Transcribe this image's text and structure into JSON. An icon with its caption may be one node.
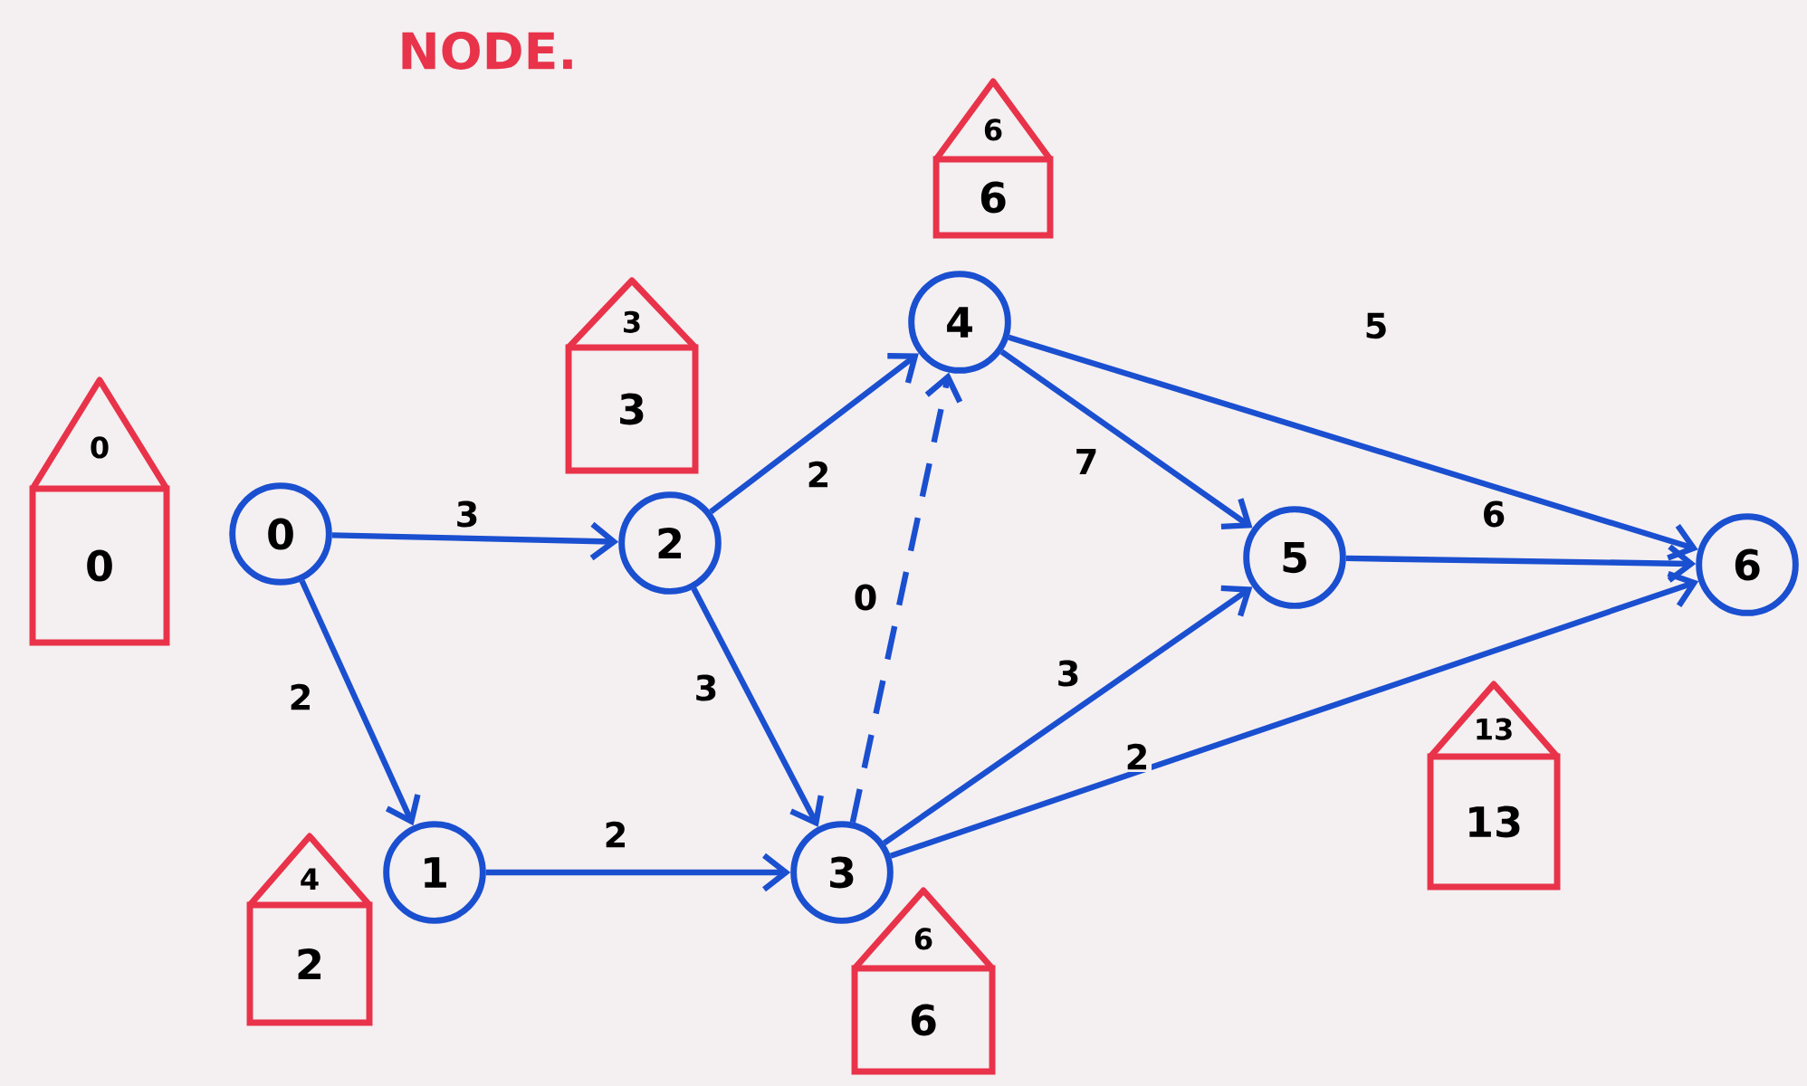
{
  "diagram": {
    "nodes": [
      {
        "text": [
          "0"
        ]
      },
      {
        "text": [
          "1"
        ]
      },
      {
        "text": [
          "2"
        ]
      },
      {
        "text": [
          "3"
        ]
      },
      {
        "text": [
          "4"
        ]
      },
      {
        "text": [
          "5"
        ]
      },
      {
        "text": [
          "6"
        ]
      },
      {
        "text": [
          "0",
          "0"
        ]
      },
      {
        "text": [
          "3",
          "3"
        ]
      },
      {
        "text": [
          "6",
          "6"
        ]
      },
      {
        "text": [
          "4",
          "2"
        ]
      },
      {
        "text": [
          "6",
          "6"
        ]
      },
      {
        "text": [
          "13",
          "13"
        ]
      }
    ],
    "edges": [
      {
        "from": 0,
        "to": 2,
        "arrow": "to",
        "label": "3"
      },
      {
        "from": 0,
        "to": 1,
        "arrow": "to",
        "label": "2"
      },
      {
        "from": 1,
        "to": 3,
        "arrow": "to",
        "label": "2"
      },
      {
        "from": 2,
        "to": 4,
        "arrow": "to",
        "label": "2"
      },
      {
        "from": 2,
        "to": 3,
        "arrow": "to",
        "label": "3"
      },
      {
        "from": 3,
        "to": 4,
        "arrow": "to",
        "label": "0",
        "style": "dashed"
      },
      {
        "from": 4,
        "to": 5,
        "arrow": "to",
        "label": "7"
      },
      {
        "from": 4,
        "to": 6,
        "arrow": "to",
        "label": "5"
      },
      {
        "from": 3,
        "to": 5,
        "arrow": "to",
        "label": "3"
      },
      {
        "from": 3,
        "to": 6,
        "arrow": "to",
        "label": "2"
      },
      {
        "from": 5,
        "to": 6,
        "arrow": "to",
        "label": "6"
      }
    ],
    "labels": [
      "NODE."
    ]
  }
}
